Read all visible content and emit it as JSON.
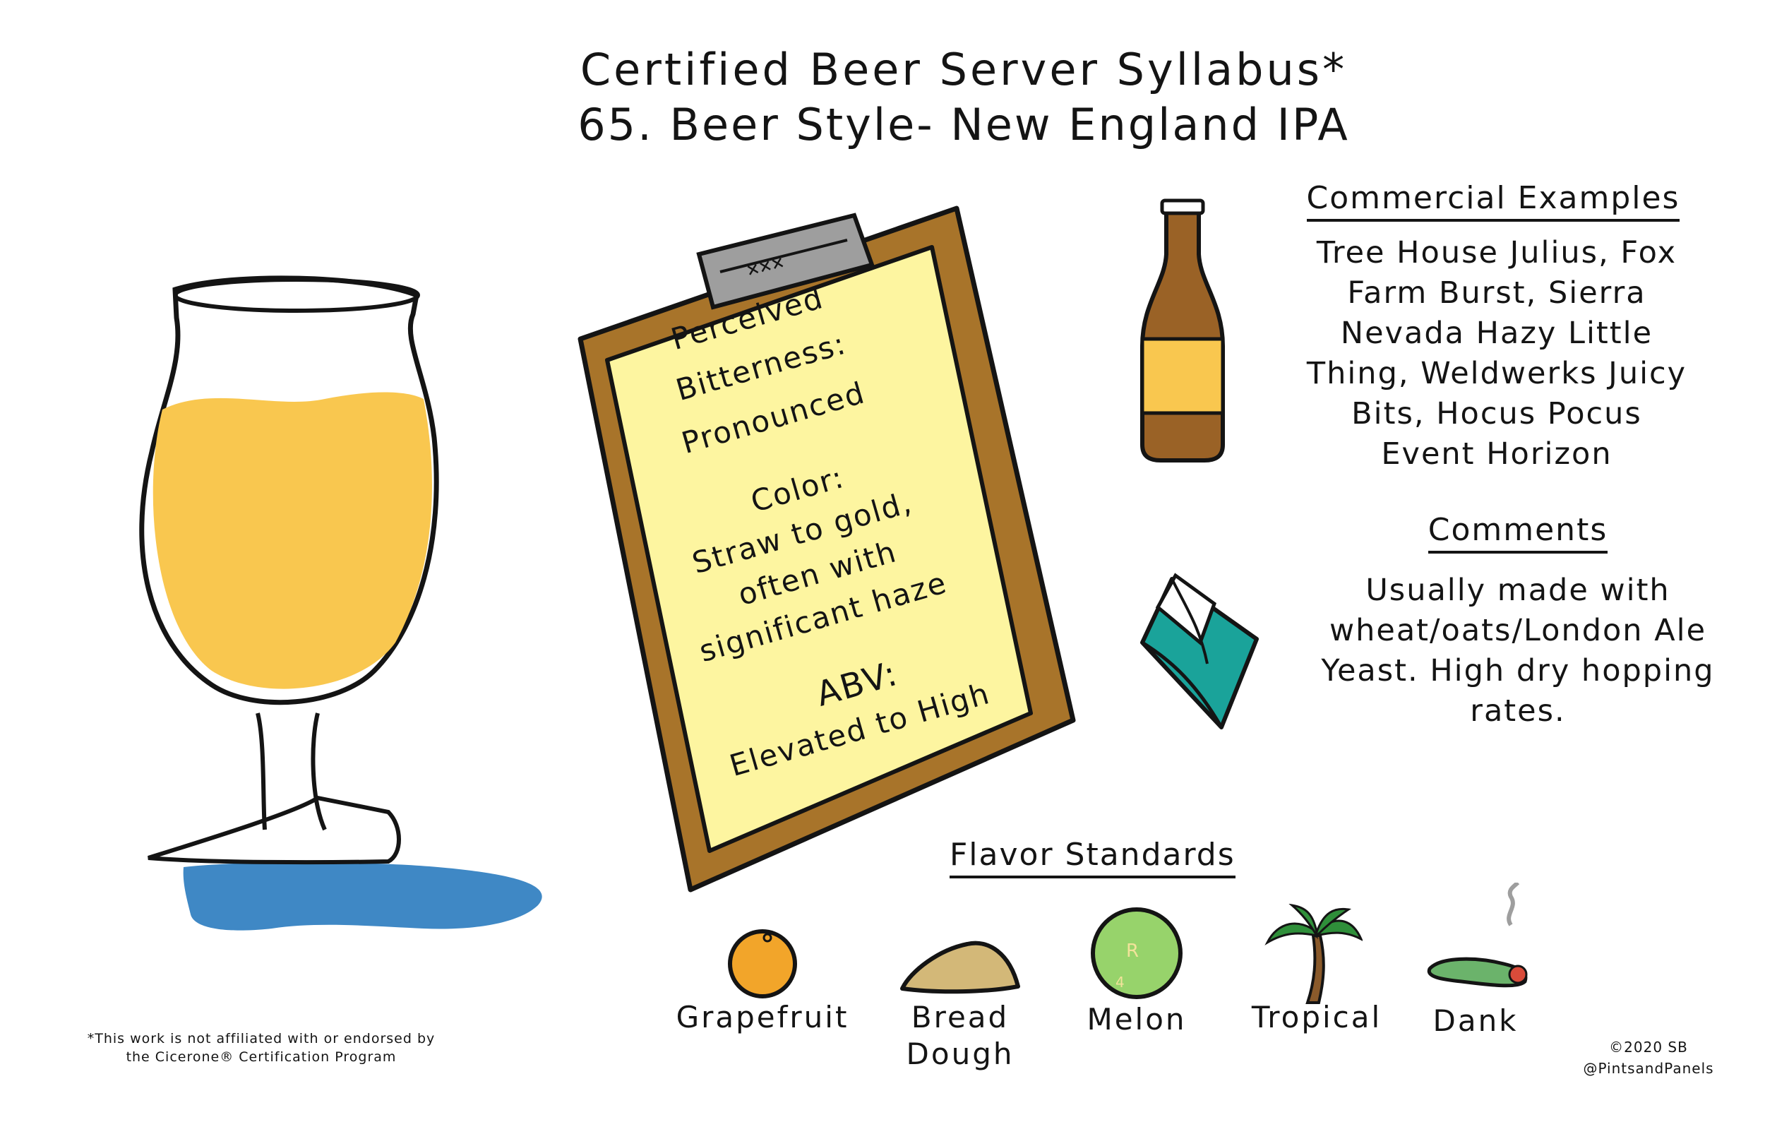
{
  "title": {
    "line1": "Certified Beer Server Syllabus*",
    "line2": "65. Beer Style- New England IPA"
  },
  "clipboard": {
    "bitterness_label_1": "Perceived",
    "bitterness_label_2": "Bitterness:",
    "bitterness_value": "Pronounced",
    "color_label": "Color:",
    "color_value_1": "Straw to gold,",
    "color_value_2": "often with",
    "color_value_3": "significant haze",
    "abv_label": "ABV:",
    "abv_value": "Elevated to High"
  },
  "commercial_examples": {
    "heading": "Commercial Examples",
    "lines": [
      "Tree House Julius, Fox",
      "Farm Burst, Sierra",
      "Nevada Hazy Little",
      "Thing, Weldwerks Juicy",
      "Bits, Hocus Pocus",
      "Event Horizon"
    ]
  },
  "comments": {
    "heading": "Comments",
    "lines": [
      "Usually made with",
      "wheat/oats/London Ale",
      "Yeast. High dry hopping",
      "rates."
    ]
  },
  "flavor_standards": {
    "heading": "Flavor Standards",
    "items": [
      {
        "label": "Grapefruit",
        "icon": "orange-fruit-icon"
      },
      {
        "label": "Bread Dough",
        "icon": "bread-dough-icon"
      },
      {
        "label": "Melon",
        "icon": "melon-icon"
      },
      {
        "label": "Tropical",
        "icon": "palm-tree-icon"
      },
      {
        "label": "Dank",
        "icon": "smoking-pipe-icon"
      }
    ]
  },
  "footer": {
    "disclaimer_1": "*This work is not affiliated with or endorsed by",
    "disclaimer_2": "the Cicerone® Certification Program",
    "copyright": "©2020 SB",
    "handle": "@PintsandPanels"
  },
  "colors": {
    "beer": "#f9c74f",
    "puddle": "#3f88c5",
    "clipboard_board": "#a8742a",
    "clipboard_paper": "#fdf5a0",
    "bottle": "#9a6226",
    "bottle_label": "#f9c74f",
    "book": "#1aa39a",
    "melon": "#97d36b",
    "orange": "#f2a52a",
    "bread": "#d3b878"
  }
}
